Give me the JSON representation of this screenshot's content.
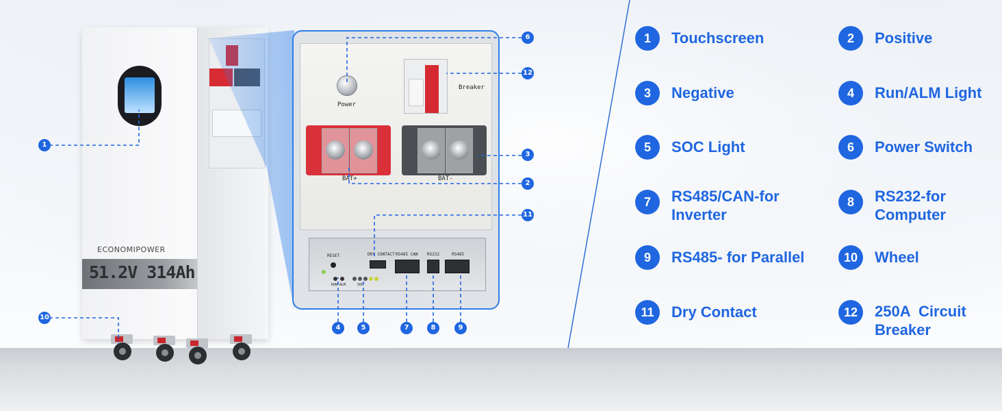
{
  "product": {
    "brand": "ECONOMIPOWER",
    "model": "51.2V 314Ah"
  },
  "panel_labels": {
    "power": "Power",
    "breaker": "Breaker",
    "bat_plus": "BAT+",
    "bat_minus": "BAT-",
    "reset": "RESET",
    "dry_contact": "DRY CONTACT",
    "rs485_can": "RS485 CAN",
    "rs232": "RS232",
    "rs485": "RS485",
    "run_alm": "RUN ALM",
    "soc": "SOC"
  },
  "callouts": [
    "1",
    "2",
    "3",
    "4",
    "5",
    "6",
    "7",
    "8",
    "9",
    "10",
    "11",
    "12"
  ],
  "legend": [
    {
      "num": "1",
      "label": "Touchscreen"
    },
    {
      "num": "2",
      "label": "Positive"
    },
    {
      "num": "3",
      "label": "Negative"
    },
    {
      "num": "4",
      "label": "Run/ALM Light"
    },
    {
      "num": "5",
      "label": "SOC Light"
    },
    {
      "num": "6",
      "label": "Power Switch"
    },
    {
      "num": "7",
      "label": "RS485/CAN-for Inverter"
    },
    {
      "num": "8",
      "label": "RS232-for Computer"
    },
    {
      "num": "9",
      "label": "RS485- for Parallel"
    },
    {
      "num": "10",
      "label": "Wheel"
    },
    {
      "num": "11",
      "label": "Dry Contact"
    },
    {
      "num": "12",
      "label": "250A  Circuit Breaker"
    }
  ],
  "colors": {
    "accent": "#1f66e0",
    "positive": "#d9303a",
    "negative": "#4b4e53"
  }
}
